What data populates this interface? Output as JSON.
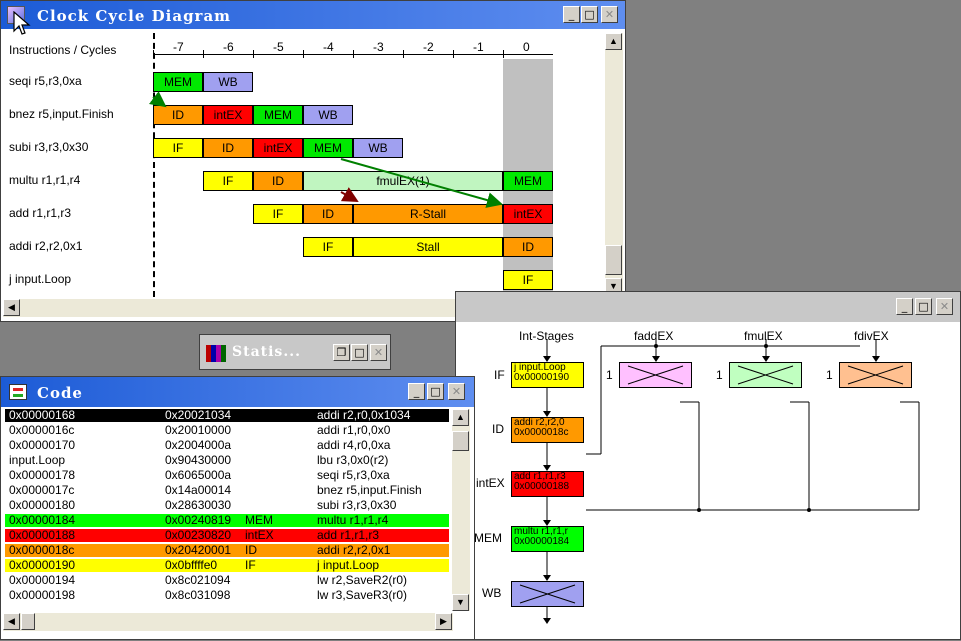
{
  "clock_window": {
    "title": "Clock Cycle Diagram",
    "header_label": "Instructions / Cycles",
    "cycles": [
      "-7",
      "-6",
      "-5",
      "-4",
      "-3",
      "-2",
      "-1",
      "0"
    ],
    "rows": [
      {
        "label": "seqi r5,r3,0xa"
      },
      {
        "label": "bnez r5,input.Finish"
      },
      {
        "label": "subi r3,r3,0x30"
      },
      {
        "label": "multu r1,r1,r4"
      },
      {
        "label": "add r1,r1,r3"
      },
      {
        "label": "addi r2,r2,0x1"
      },
      {
        "label": "j input.Loop"
      }
    ],
    "stages": [
      {
        "row": 0,
        "start": -7,
        "span": 1,
        "label": "MEM",
        "color": "#00e800"
      },
      {
        "row": 0,
        "start": -6,
        "span": 1,
        "label": "WB",
        "color": "#a0a0f0"
      },
      {
        "row": 1,
        "start": -7,
        "span": 1,
        "label": "ID",
        "color": "#ff9900"
      },
      {
        "row": 1,
        "start": -6,
        "span": 1,
        "label": "intEX",
        "color": "#ff0000"
      },
      {
        "row": 1,
        "start": -5,
        "span": 1,
        "label": "MEM",
        "color": "#00e800"
      },
      {
        "row": 1,
        "start": -4,
        "span": 1,
        "label": "WB",
        "color": "#a0a0f0"
      },
      {
        "row": 2,
        "start": -7,
        "span": 1,
        "label": "IF",
        "color": "#ffff00"
      },
      {
        "row": 2,
        "start": -6,
        "span": 1,
        "label": "ID",
        "color": "#ff9900"
      },
      {
        "row": 2,
        "start": -5,
        "span": 1,
        "label": "intEX",
        "color": "#ff0000"
      },
      {
        "row": 2,
        "start": -4,
        "span": 1,
        "label": "MEM",
        "color": "#00e800"
      },
      {
        "row": 2,
        "start": -3,
        "span": 1,
        "label": "WB",
        "color": "#a0a0f0"
      },
      {
        "row": 3,
        "start": -6,
        "span": 1,
        "label": "IF",
        "color": "#ffff00"
      },
      {
        "row": 3,
        "start": -5,
        "span": 1,
        "label": "ID",
        "color": "#ff9900"
      },
      {
        "row": 3,
        "start": -4,
        "span": 4,
        "label": "fmulEX(1)",
        "color": "#c0f5c0"
      },
      {
        "row": 3,
        "start": 0,
        "span": 1,
        "label": "MEM",
        "color": "#00e800"
      },
      {
        "row": 4,
        "start": -5,
        "span": 1,
        "label": "IF",
        "color": "#ffff00"
      },
      {
        "row": 4,
        "start": -4,
        "span": 1,
        "label": "ID",
        "color": "#ff9900"
      },
      {
        "row": 4,
        "start": -3,
        "span": 3,
        "label": "R-Stall",
        "color": "#ff9900"
      },
      {
        "row": 4,
        "start": 0,
        "span": 1,
        "label": "intEX",
        "color": "#ff0000"
      },
      {
        "row": 5,
        "start": -4,
        "span": 1,
        "label": "IF",
        "color": "#ffff00"
      },
      {
        "row": 5,
        "start": -3,
        "span": 3,
        "label": "Stall",
        "color": "#ffff00"
      },
      {
        "row": 5,
        "start": 0,
        "span": 1,
        "label": "ID",
        "color": "#ff9900"
      },
      {
        "row": 6,
        "start": 0,
        "span": 1,
        "label": "IF",
        "color": "#ffff00"
      }
    ]
  },
  "stats_window": {
    "title": "Statis..."
  },
  "code_window": {
    "title": "Code",
    "rows": [
      {
        "addr": "0x00000168",
        "hex": "0x20021034",
        "stage": "",
        "instr": "addi r2,r0,0x1034",
        "bg": "#000000",
        "fg": "#ffffff"
      },
      {
        "addr": "0x0000016c",
        "hex": "0x20010000",
        "stage": "",
        "instr": "addi r1,r0,0x0",
        "bg": "#ffffff",
        "fg": "#000000"
      },
      {
        "addr": "0x00000170",
        "hex": "0x2004000a",
        "stage": "",
        "instr": "addi r4,r0,0xa",
        "bg": "#ffffff",
        "fg": "#000000"
      },
      {
        "addr": "input.Loop",
        "hex": "0x90430000",
        "stage": "",
        "instr": "lbu r3,0x0(r2)",
        "bg": "#ffffff",
        "fg": "#000000"
      },
      {
        "addr": "0x00000178",
        "hex": "0x6065000a",
        "stage": "",
        "instr": "seqi r5,r3,0xa",
        "bg": "#ffffff",
        "fg": "#000000"
      },
      {
        "addr": "0x0000017c",
        "hex": "0x14a00014",
        "stage": "",
        "instr": "bnez r5,input.Finish",
        "bg": "#ffffff",
        "fg": "#000000"
      },
      {
        "addr": "0x00000180",
        "hex": "0x28630030",
        "stage": "",
        "instr": "subi r3,r3,0x30",
        "bg": "#ffffff",
        "fg": "#000000"
      },
      {
        "addr": "0x00000184",
        "hex": "0x00240819",
        "stage": "MEM",
        "instr": "multu r1,r1,r4",
        "bg": "#00ff00",
        "fg": "#000000"
      },
      {
        "addr": "0x00000188",
        "hex": "0x00230820",
        "stage": "intEX",
        "instr": "add r1,r1,r3",
        "bg": "#ff0000",
        "fg": "#000000"
      },
      {
        "addr": "0x0000018c",
        "hex": "0x20420001",
        "stage": "ID",
        "instr": "addi r2,r2,0x1",
        "bg": "#ff9900",
        "fg": "#000000"
      },
      {
        "addr": "0x00000190",
        "hex": "0x0bffffe0",
        "stage": "IF",
        "instr": "j input.Loop",
        "bg": "#ffff00",
        "fg": "#000000"
      },
      {
        "addr": "0x00000194",
        "hex": "0x8c021094",
        "stage": "",
        "instr": "lw r2,SaveR2(r0)",
        "bg": "#ffffff",
        "fg": "#000000"
      },
      {
        "addr": "0x00000198",
        "hex": "0x8c031098",
        "stage": "",
        "instr": "lw r3,SaveR3(r0)",
        "bg": "#ffffff",
        "fg": "#000000"
      }
    ]
  },
  "pipeline_window": {
    "headers": {
      "int": "Int-Stages",
      "fadd": "faddEX",
      "fmul": "fmulEX",
      "fdiv": "fdivEX"
    },
    "stage_labels": {
      "if": "IF",
      "id": "ID",
      "ex": "intEX",
      "mem": "MEM",
      "wb": "WB"
    },
    "unit_count": {
      "fadd": "1",
      "fmul": "1",
      "fdiv": "1"
    },
    "boxes": {
      "if": {
        "line1": "j input.Loop",
        "line2": "0x00000190",
        "color": "#ffff00"
      },
      "id": {
        "line1": "addi r2,r2,0",
        "line2": "0x0000018c",
        "color": "#ff9900"
      },
      "ex": {
        "line1": "add r1,r1,r3",
        "line2": "0x00000188",
        "color": "#ff0000"
      },
      "mem": {
        "line1": "multu r1,r1,r",
        "line2": "0x00000184",
        "color": "#00ff00"
      }
    },
    "unit_colors": {
      "wb": "#a0a0f0",
      "fadd": "#ffc0ff",
      "fmul": "#c0ffc0",
      "fdiv": "#ffc090"
    }
  }
}
